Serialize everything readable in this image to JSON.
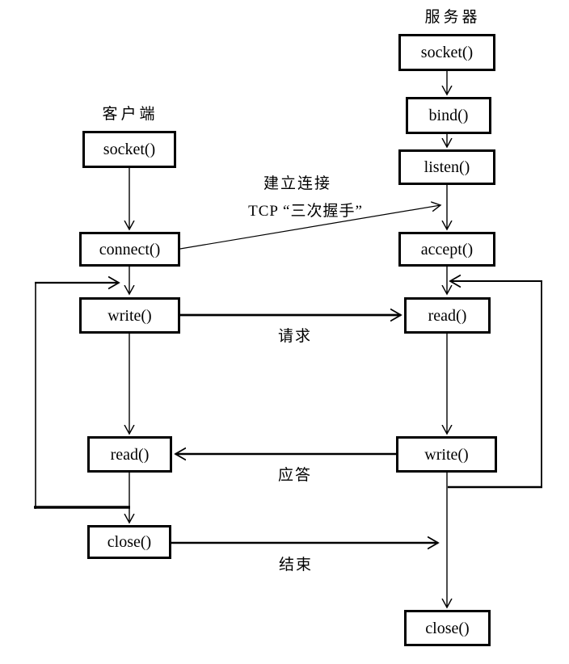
{
  "client": {
    "title": "客户端",
    "nodes": [
      "socket()",
      "connect()",
      "write()",
      "read()",
      "close()"
    ]
  },
  "server": {
    "title": "服务器",
    "nodes": [
      "socket()",
      "bind()",
      "listen()",
      "accept()",
      "read()",
      "write()",
      "close()"
    ]
  },
  "edge_labels": {
    "handshake_line1": "建立连接",
    "handshake_line2": "TCP “三次握手”",
    "request": "请求",
    "response": "应答",
    "finish": "结束"
  },
  "colors": {
    "line": "#000000",
    "background": "#ffffff"
  }
}
